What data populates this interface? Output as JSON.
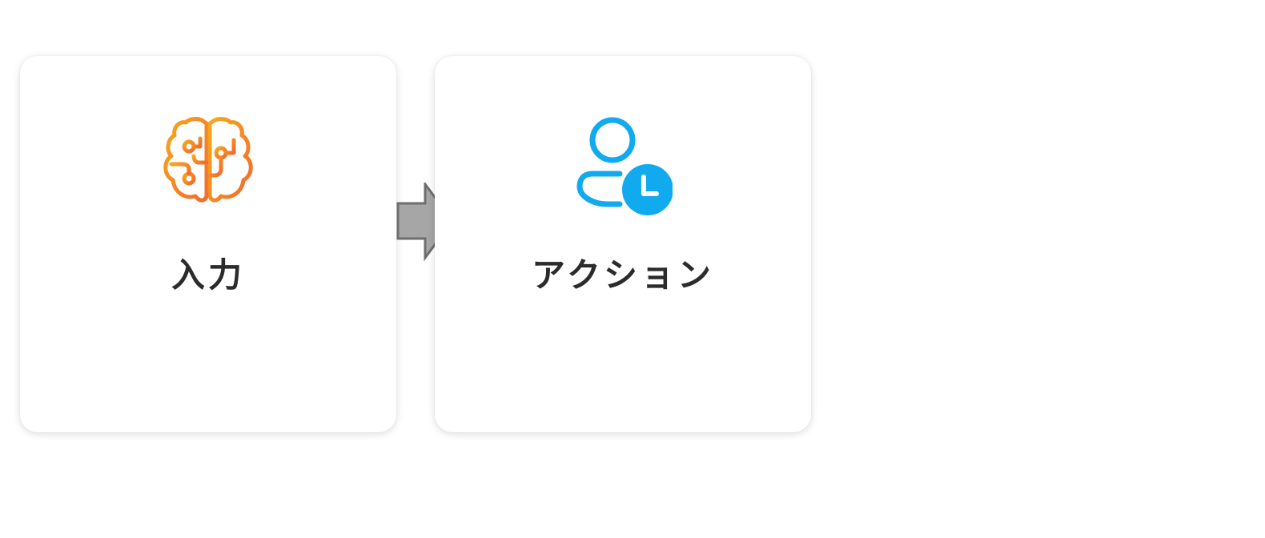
{
  "steps": [
    {
      "label": "入力",
      "icon": "brain-circuit-icon",
      "icon_colors": [
        "#f7a81b",
        "#f26a2e"
      ]
    },
    {
      "label": "アクション",
      "icon": "user-clock-icon",
      "icon_color": "#12aaee"
    }
  ],
  "connector": {
    "icon": "right-arrow",
    "fill": "#a6a6a6",
    "stroke": "#6e6e6e"
  }
}
